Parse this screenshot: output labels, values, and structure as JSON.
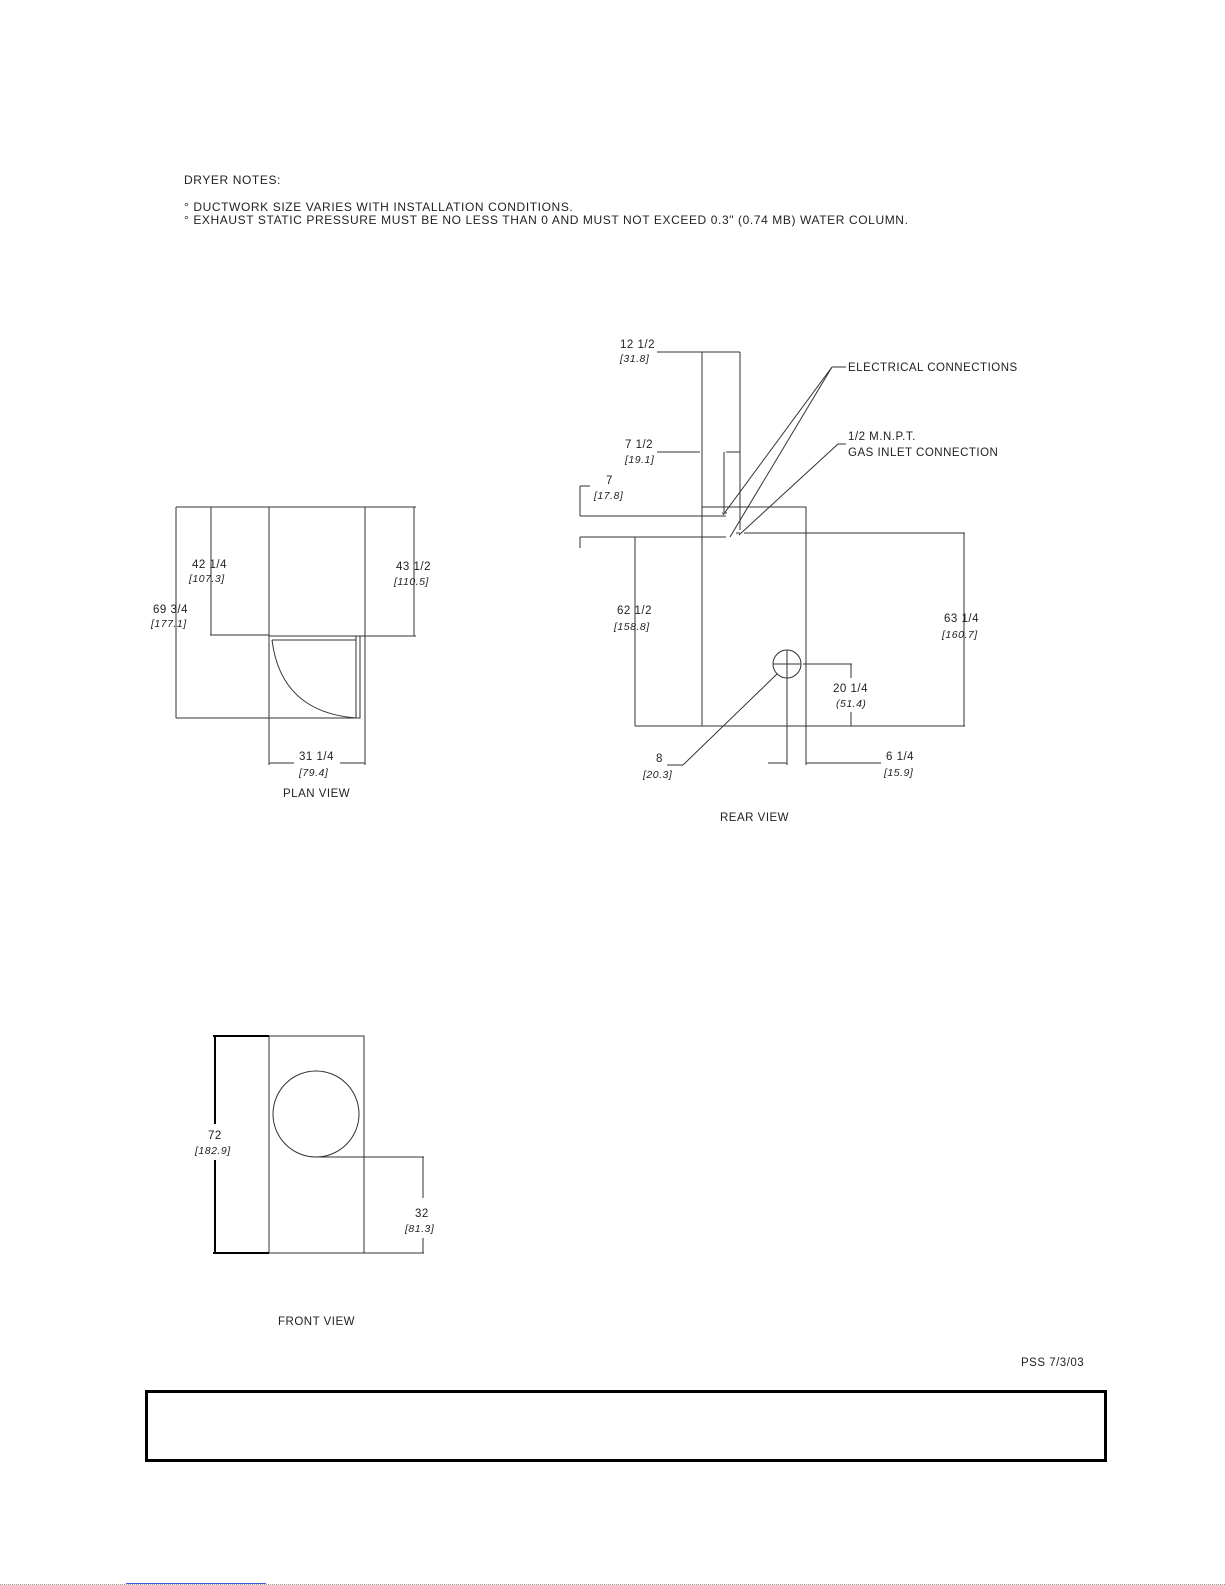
{
  "notes": {
    "heading": "DRYER NOTES:",
    "items": [
      "° DUCTWORK SIZE VARIES WITH INSTALLATION CONDITIONS.",
      "° EXHAUST STATIC PRESSURE MUST BE NO LESS THAN 0 AND MUST NOT EXCEED 0.3\" (0.74 MB) WATER COLUMN."
    ]
  },
  "plan_view": {
    "title": "PLAN VIEW",
    "dims": [
      {
        "id": "depth-rear",
        "imperial": "42 1/4",
        "metric": "[107.3]"
      },
      {
        "id": "depth-overall",
        "imperial": "69 3/4",
        "metric": "[177.1]"
      },
      {
        "id": "depth-side",
        "imperial": "43 1/2",
        "metric": "[110.5]"
      },
      {
        "id": "width",
        "imperial": "31 1/4",
        "metric": "[79.4]"
      }
    ]
  },
  "rear_view": {
    "title": "REAR VIEW",
    "callouts": {
      "electrical": "ELECTRICAL CONNECTIONS",
      "gas_line1": "1/2 M.N.P.T.",
      "gas_line2": "GAS INLET CONNECTION"
    },
    "dims": [
      {
        "id": "offset-12",
        "imperial": "12 1/2",
        "metric": "[31.8]"
      },
      {
        "id": "offset-7-5",
        "imperial": "7 1/2",
        "metric": "[19.1]"
      },
      {
        "id": "offset-7",
        "imperial": "7",
        "metric": "[17.8]"
      },
      {
        "id": "height-62",
        "imperial": "62 1/2",
        "metric": "[158.8]"
      },
      {
        "id": "height-63",
        "imperial": "63 1/4",
        "metric": "[160.7]"
      },
      {
        "id": "exhaust-height",
        "imperial": "20 1/4",
        "metric": "(51.4)"
      },
      {
        "id": "exhaust-dia",
        "imperial": "8",
        "metric": "[20.3]"
      },
      {
        "id": "exhaust-offset",
        "imperial": "6 1/4",
        "metric": "[15.9]"
      }
    ]
  },
  "front_view": {
    "title": "FRONT VIEW",
    "dims": [
      {
        "id": "overall-height",
        "imperial": "72",
        "metric": "[182.9]"
      },
      {
        "id": "door-height",
        "imperial": "32",
        "metric": "[81.3]"
      }
    ]
  },
  "revision": "PSS 7/3/03"
}
